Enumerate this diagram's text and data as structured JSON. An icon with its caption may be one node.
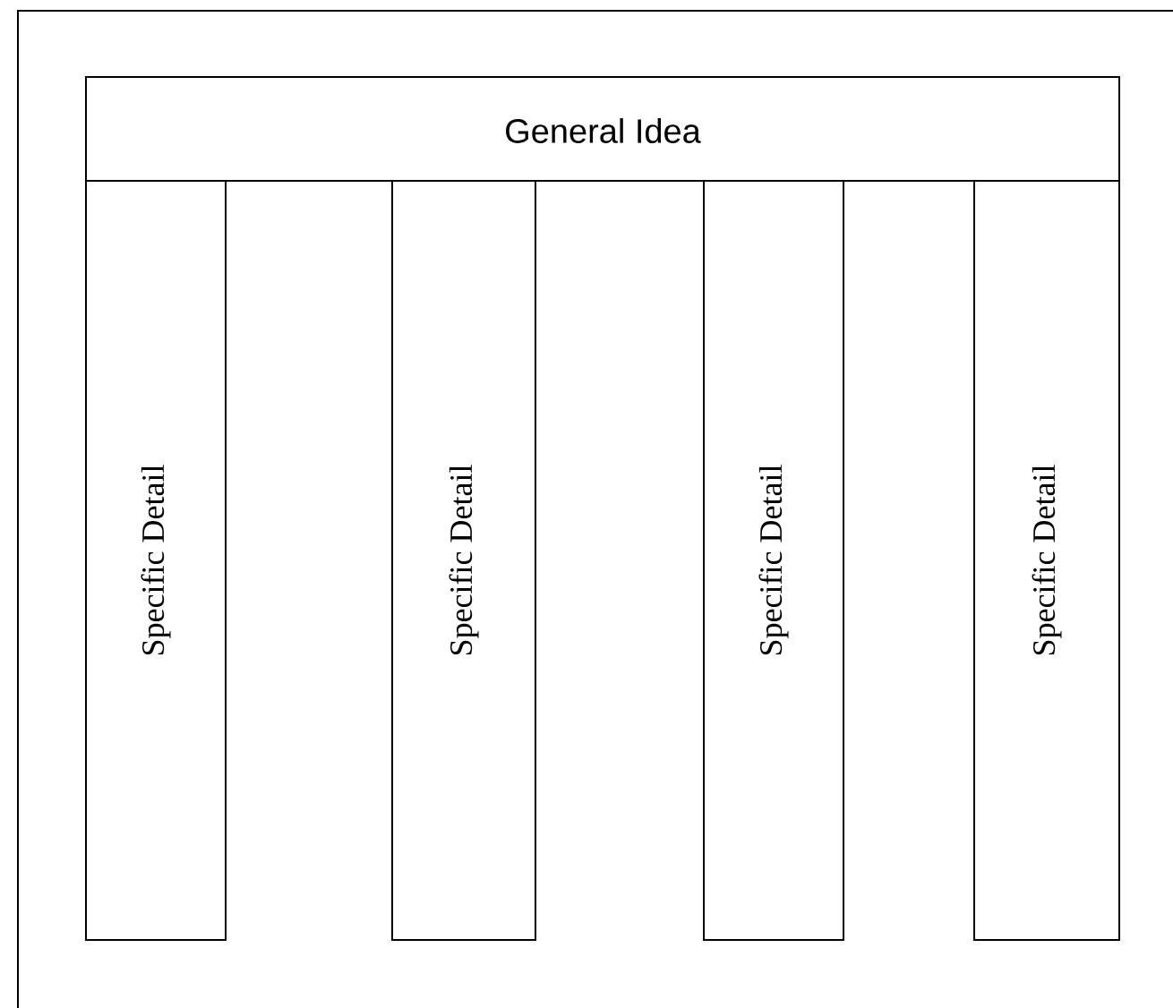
{
  "diagram": {
    "nodes": [
      {
        "text": [
          "General Idea"
        ]
      },
      {
        "text": [
          "Specific Detail"
        ]
      },
      {
        "text": [
          "Specific Detail"
        ]
      },
      {
        "text": [
          "Specific Detail"
        ]
      },
      {
        "text": [
          "Specific Detail"
        ]
      }
    ]
  }
}
